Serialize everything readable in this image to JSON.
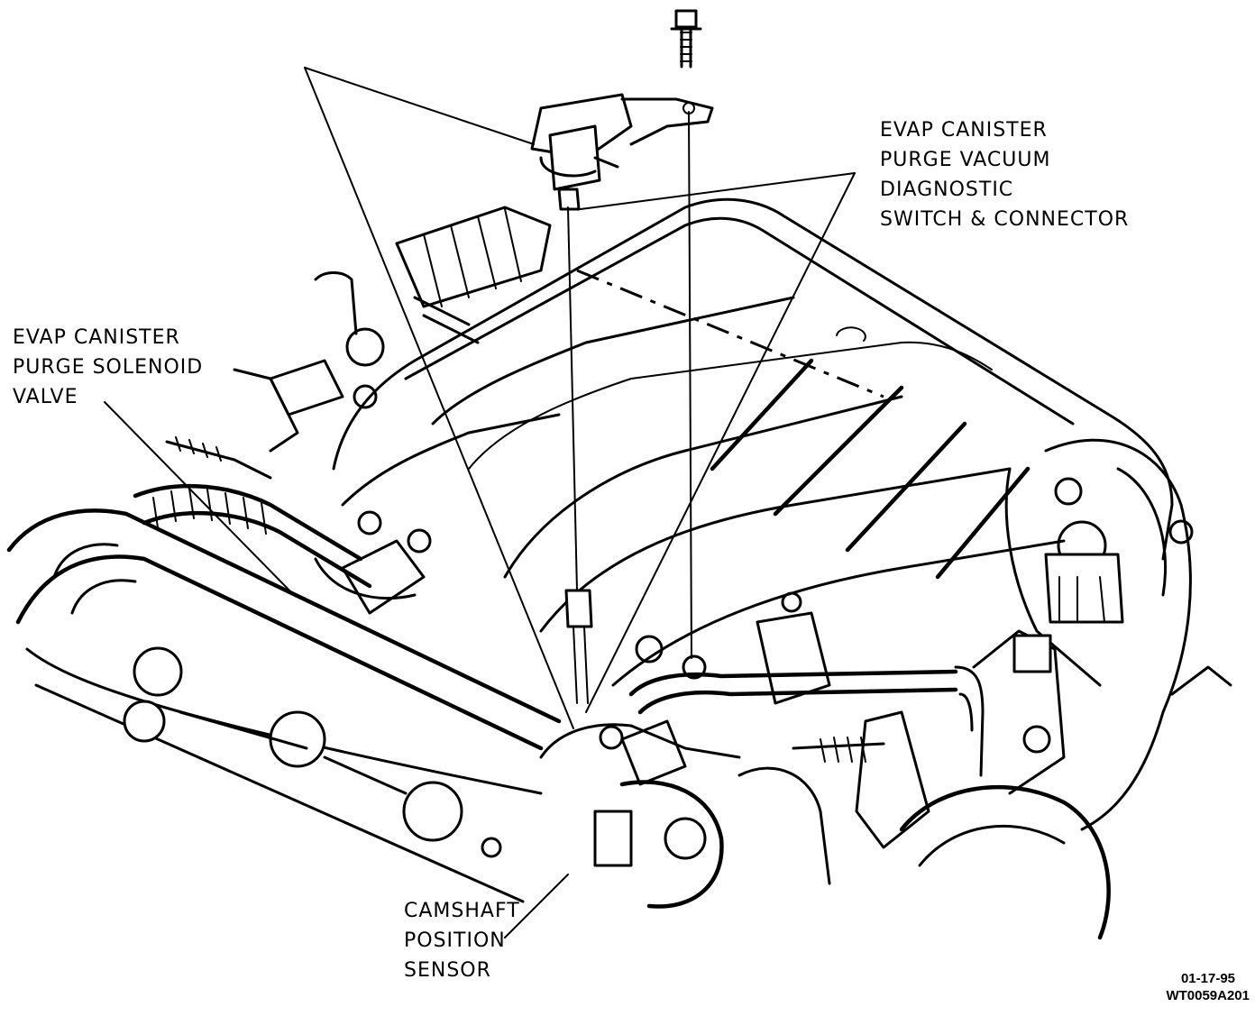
{
  "labels": {
    "purge_switch": [
      "EVAP CANISTER",
      "PURGE VACUUM",
      "DIAGNOSTIC",
      "SWITCH & CONNECTOR"
    ],
    "purge_solenoid": [
      "EVAP CANISTER",
      "PURGE SOLENOID",
      "VALVE"
    ],
    "camshaft_sensor": [
      "CAMSHAFT",
      "POSITION",
      "SENSOR"
    ]
  },
  "stamp": {
    "date": "01-17-95",
    "code": "WT0059A201"
  }
}
